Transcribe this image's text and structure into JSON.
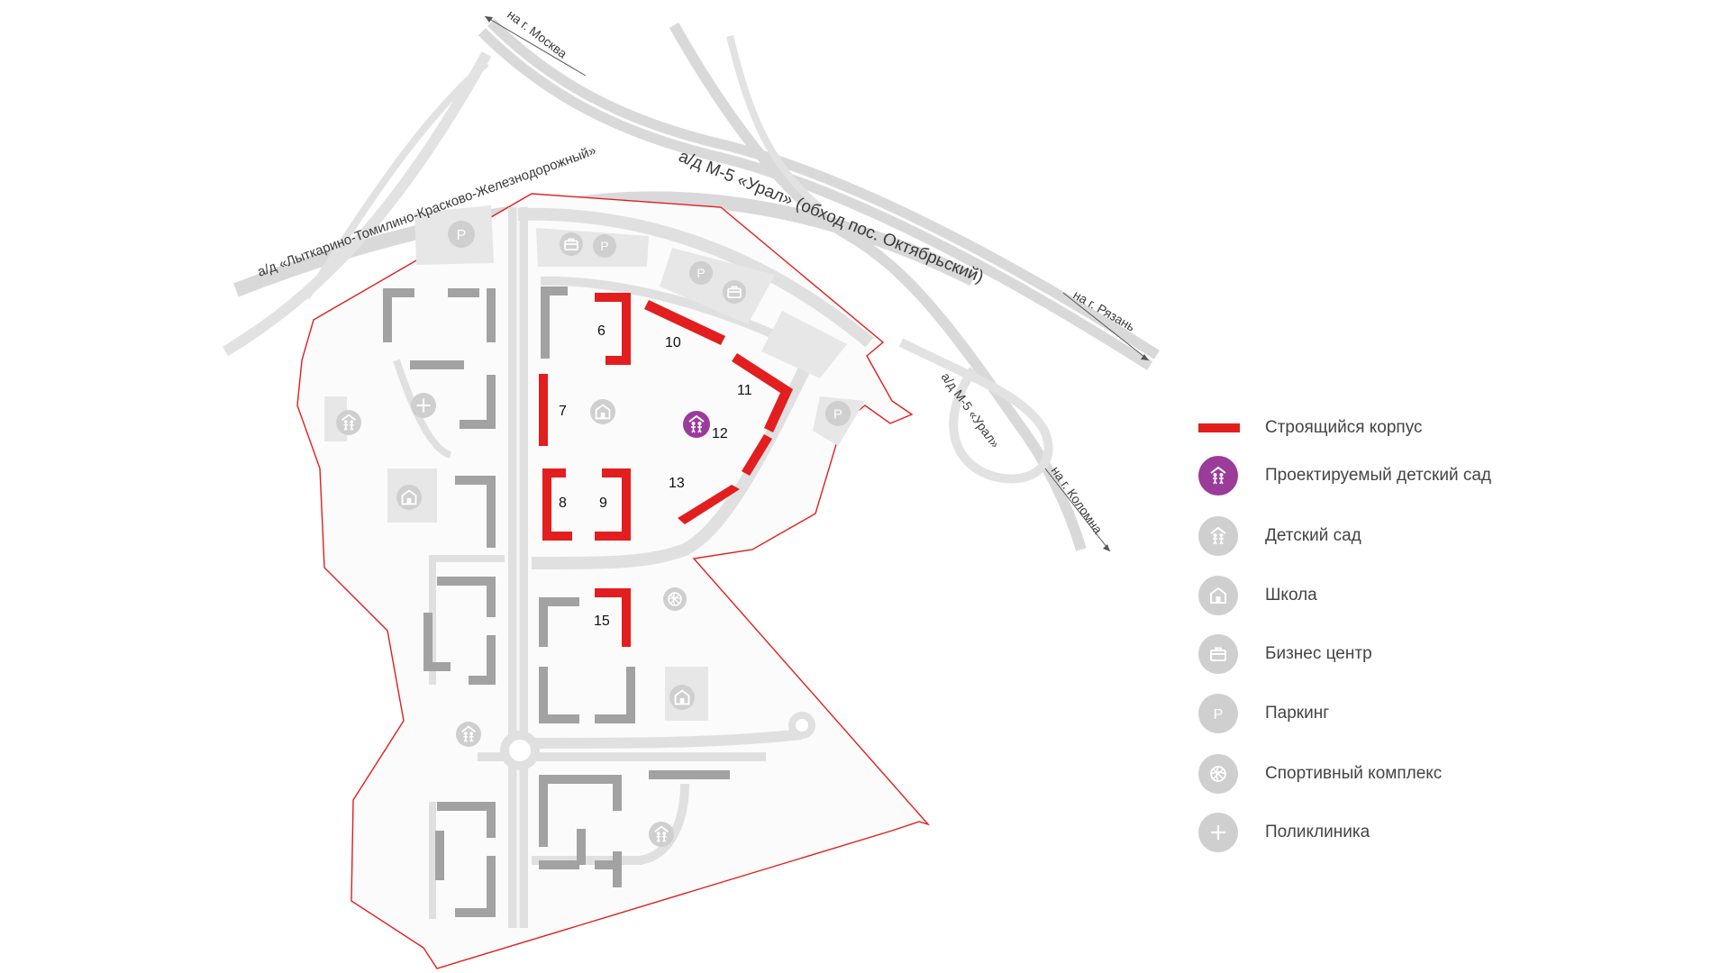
{
  "roads": {
    "moscow": "на г. Москва",
    "m5_ural_bypass": "а/д М-5 «Урал» (обход пос. Октябрьский)",
    "lytkarino": "а/д «Лыткарино-Томилино-Красково-Железнодорожный»",
    "ryazan": "на г. Рязань",
    "m5_ural": "а/д М-5 «Урал»",
    "kolomna": "на г. Коломна"
  },
  "buildings": {
    "b6": "6",
    "b7": "7",
    "b8": "8",
    "b9": "9",
    "b10": "10",
    "b11": "11",
    "b12": "12",
    "b13": "13",
    "b15": "15"
  },
  "legend": {
    "under_construction": "Строящийся корпус",
    "planned_kindergarten": "Проектируемый детский сад",
    "kindergarten": "Детский сад",
    "school": "Школа",
    "business_center": "Бизнес центр",
    "parking": "Паркинг",
    "sports_complex": "Спортивный комплекс",
    "clinic": "Поликлиника"
  },
  "colors": {
    "construction": "#e21e1e",
    "planned_kindergarten": "#9b3b9a",
    "icon_gray": "#cfcfcf",
    "building_gray": "#9a9a9a",
    "road_gray": "#dddddd",
    "boundary": "#e21e1e"
  },
  "icons": {
    "planned_kindergarten": "kindergarten-icon",
    "kindergarten": "kindergarten-icon",
    "school": "school-icon",
    "business_center": "briefcase-icon",
    "parking": "parking-icon",
    "sports_complex": "ball-icon",
    "clinic": "plus-icon"
  }
}
